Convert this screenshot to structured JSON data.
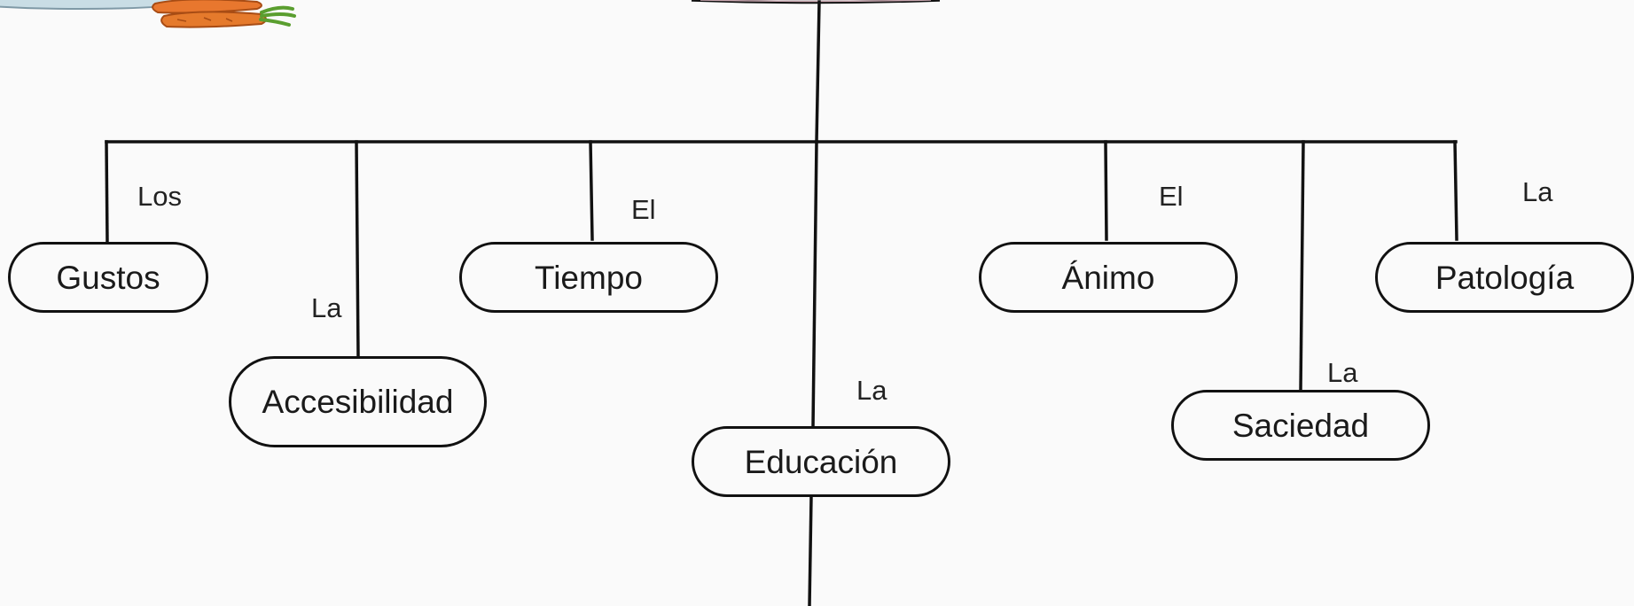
{
  "diagram": {
    "type": "tree",
    "nodes": [
      {
        "id": "gustos",
        "label": "Gustos",
        "article": "Los"
      },
      {
        "id": "accesibilidad",
        "label": "Accesibilidad",
        "article": "La"
      },
      {
        "id": "tiempo",
        "label": "Tiempo",
        "article": "El"
      },
      {
        "id": "educacion",
        "label": "Educación",
        "article": "La"
      },
      {
        "id": "animo",
        "label": "Ánimo",
        "article": "El"
      },
      {
        "id": "saciedad",
        "label": "Saciedad",
        "article": "La"
      },
      {
        "id": "patologia",
        "label": "Patología",
        "article": "La"
      }
    ]
  },
  "decoration": {
    "top_left_icon": "carrot-icon",
    "colors": {
      "line": "#111111",
      "background": "#fafafa",
      "carrot": "#e8772e",
      "carrot_leaf": "#5a9e2f",
      "plate": "#b9d2dc"
    }
  }
}
